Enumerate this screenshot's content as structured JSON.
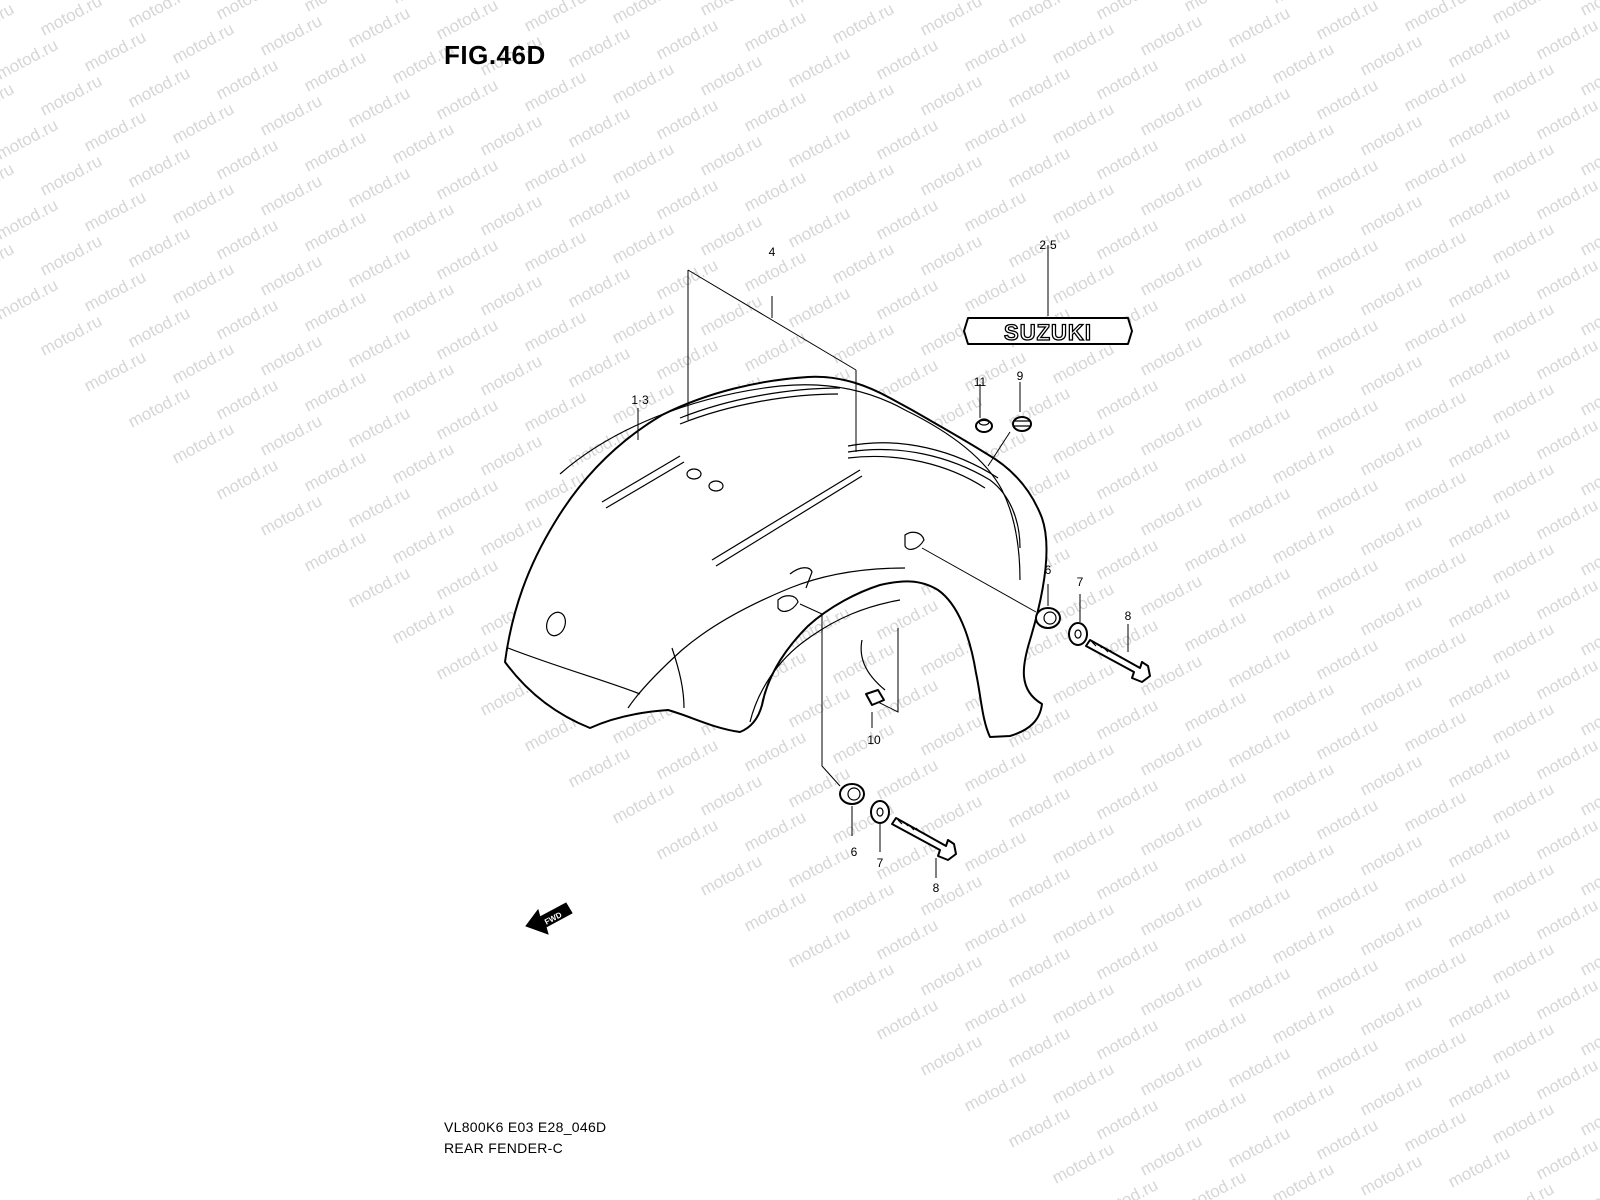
{
  "figure": {
    "title": "FIG.46D",
    "drawing_code": "VL800K6 E03 E28_046D",
    "drawing_name": "REAR FENDER-C"
  },
  "watermark": {
    "text": "motod.ru",
    "color": "#d6d6d6"
  },
  "emblem": {
    "text": "SUZUKI"
  },
  "direction_marker": {
    "text": "FWD"
  },
  "callouts": {
    "c_1_3": "1·3",
    "c_2_5": "2·5",
    "c_4": "4",
    "c_6a": "6",
    "c_7a": "7",
    "c_8a": "8",
    "c_6b": "6",
    "c_7b": "7",
    "c_8b": "8",
    "c_9": "9",
    "c_10": "10",
    "c_11": "11"
  }
}
